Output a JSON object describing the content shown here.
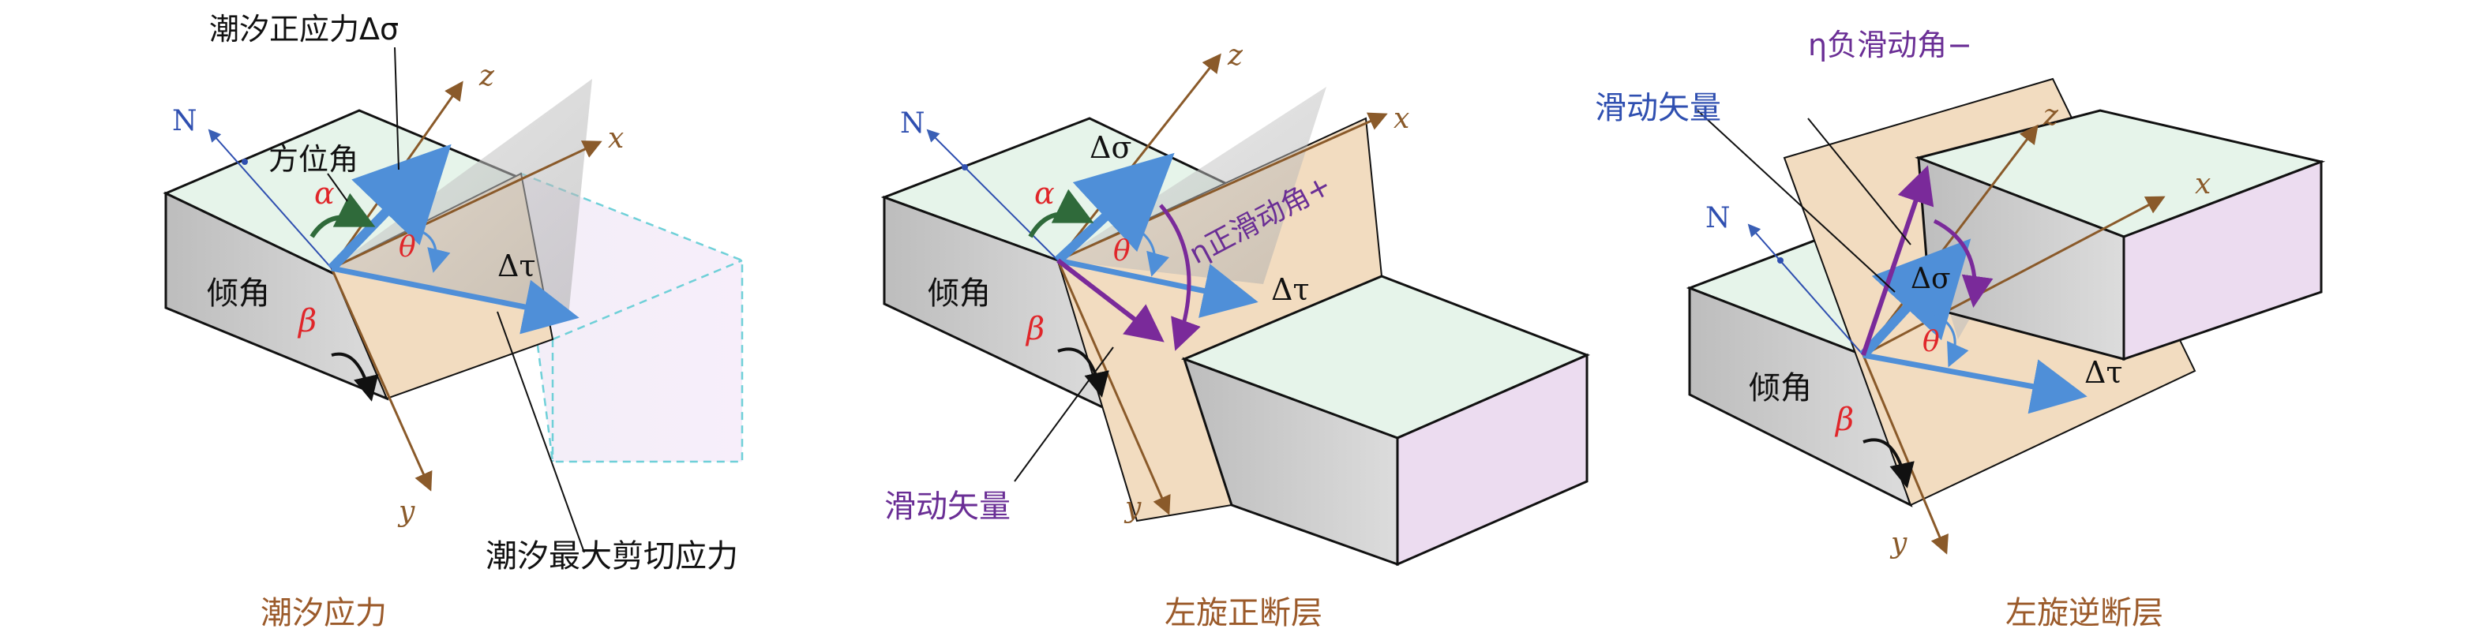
{
  "colors": {
    "caption": "#9b5a2a",
    "red_label": "#e0262a",
    "blue_label": "#2f4fb0",
    "purple_label": "#6a2e95",
    "axis": "#8a5a2a",
    "arrow_blue": "#4f8fd8",
    "arrow_purple": "#7a2a9a",
    "fault_plane": "#f2dcc0",
    "block_top": "#e6f4ea",
    "block_side": "#c8c8c8",
    "block_end": "#ecdcf0",
    "arc_green": "#2f6a3a"
  },
  "panels": [
    {
      "caption": "潮汐应力",
      "labels": {
        "normal_stress": "潮汐正应力Δσ",
        "azimuth": "方位角",
        "alpha": "α",
        "theta": "θ",
        "dip": "倾角",
        "beta": "β",
        "delta_tau": "Δτ",
        "max_shear": "潮汐最大剪切应力",
        "N": "N",
        "x": "x",
        "y": "y",
        "z": "z"
      }
    },
    {
      "caption": "左旋正断层",
      "labels": {
        "delta_sigma": "Δσ",
        "alpha": "α",
        "theta": "θ",
        "eta_rake": "η正滑动角+",
        "dip": "倾角",
        "beta": "β",
        "delta_tau": "Δτ",
        "slip_vector": "滑动矢量",
        "N": "N",
        "x": "x",
        "y": "y",
        "z": "z"
      }
    },
    {
      "caption": "左旋逆断层",
      "labels": {
        "eta_rake": "η负滑动角−",
        "slip_vector": "滑动矢量",
        "delta_sigma": "Δσ",
        "theta": "θ",
        "dip": "倾角",
        "beta": "β",
        "delta_tau": "Δτ",
        "N": "N",
        "x": "x",
        "z": "z",
        "y": "y"
      }
    }
  ]
}
